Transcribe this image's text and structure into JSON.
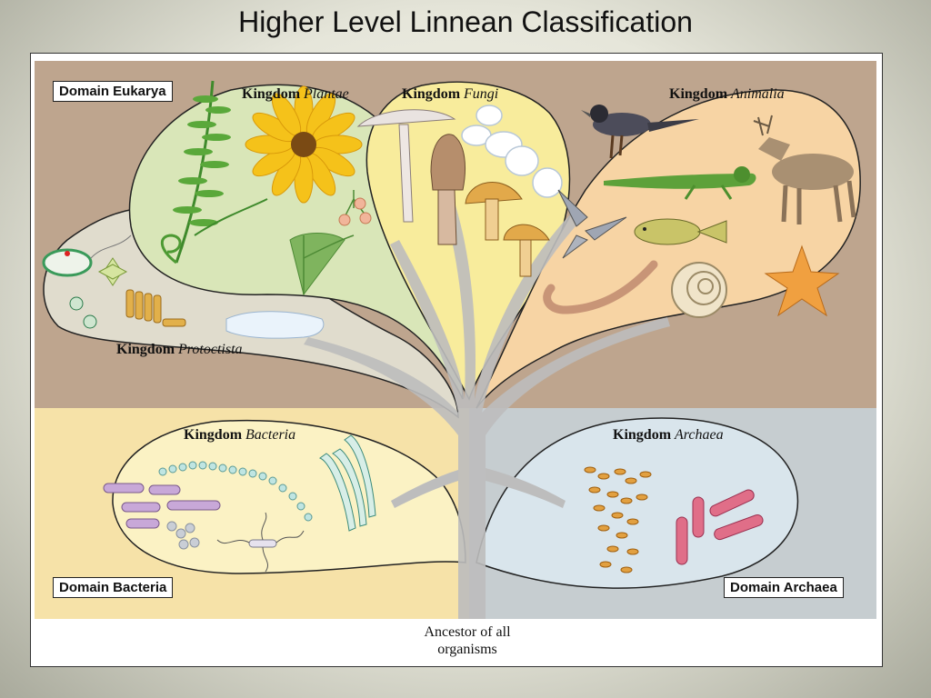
{
  "title": "Higher Level Linnean Classification",
  "domains": {
    "eukarya": "Domain Eukarya",
    "bacteria": "Domain Bacteria",
    "archaea": "Domain Archaea"
  },
  "kingdom_word": "Kingdom",
  "kingdoms": {
    "plantae": "Plantae",
    "fungi": "Fungi",
    "animalia": "Animalia",
    "protoctista": "Protoctista",
    "bacteria": "Bacteria",
    "archaea": "Archaea"
  },
  "root_label_line1": "Ancestor of all",
  "root_label_line2": "organisms",
  "colors": {
    "eukarya_panel": "#bea58e",
    "bacteria_panel": "#f6e2a8",
    "archaea_panel": "#c6cdd0",
    "trunk": "#bdbdbd",
    "plantae_leaf": "#d9e6b8",
    "fungi_leaf": "#f8ec9c",
    "animalia_leaf": "#f7d4a4",
    "protoctista_leaf": "#e0dccd",
    "bacteria_leaf": "#fbf2c4",
    "archaea_leaf": "#d9e5ec"
  },
  "icons": [
    "fern-icon",
    "sunflower-icon",
    "ginkgo-leaf-icon",
    "berries-icon",
    "mushroom-icon",
    "morel-icon",
    "yeast-cells-icon",
    "bird-icon",
    "deer-icon",
    "lizard-icon",
    "fish-icon",
    "moth-icon",
    "worm-icon",
    "snail-shell-icon",
    "starfish-icon",
    "protist-cell-icon",
    "diatom-icon",
    "algae-chain-icon",
    "amoeba-icon",
    "rod-bacteria-icon",
    "filament-bacteria-icon",
    "coccus-bacteria-icon",
    "flagellated-bacterium-icon",
    "cyanobacteria-icon",
    "archaea-cluster-icon",
    "archaea-rod-icon"
  ]
}
